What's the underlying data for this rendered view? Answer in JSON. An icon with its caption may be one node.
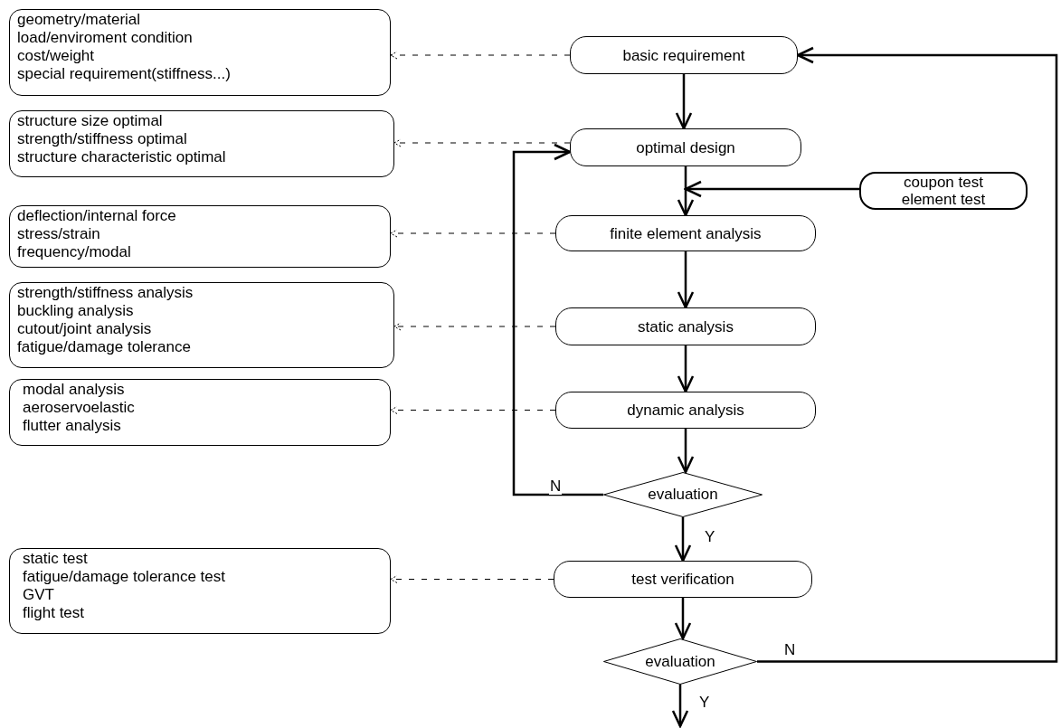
{
  "diagram": {
    "nodes": [
      {
        "text": [
          "geometry/material",
          "load/enviroment condition",
          "cost/weight",
          "special requirement(stiffness...)"
        ]
      },
      {
        "text": [
          "basic requirement"
        ]
      },
      {
        "text": [
          "structure size optimal",
          "strength/stiffness optimal",
          "structure characteristic optimal"
        ]
      },
      {
        "text": [
          "optimal design"
        ]
      },
      {
        "text": [
          "coupon test",
          "element test"
        ]
      },
      {
        "text": [
          "deflection/internal force",
          "stress/strain",
          "frequency/modal"
        ]
      },
      {
        "text": [
          "finite element analysis"
        ]
      },
      {
        "text": [
          "strength/stiffness analysis",
          "buckling analysis",
          "cutout/joint analysis",
          "fatigue/damage tolerance"
        ]
      },
      {
        "text": [
          "static analysis"
        ]
      },
      {
        "text": [
          "modal analysis",
          "aeroservoelastic",
          "flutter analysis"
        ]
      },
      {
        "text": [
          "dynamic analysis"
        ]
      },
      {
        "text": [
          "evaluation"
        ]
      },
      {
        "text": [
          "static test",
          "fatigue/damage tolerance test",
          "GVT",
          "flight test"
        ]
      },
      {
        "text": [
          "test verification"
        ]
      },
      {
        "text": [
          "evaluation"
        ]
      }
    ],
    "edges": [
      {
        "from": 1,
        "to": 3,
        "arrow": "to"
      },
      {
        "from": 3,
        "to": 6,
        "arrow": "to"
      },
      {
        "from": 4,
        "to": 6,
        "arrow": "to"
      },
      {
        "from": 6,
        "to": 8,
        "arrow": "to"
      },
      {
        "from": 8,
        "to": 10,
        "arrow": "to"
      },
      {
        "from": 10,
        "to": 11,
        "arrow": "to"
      },
      {
        "from": 11,
        "to": 3,
        "arrow": "to",
        "label": "N"
      },
      {
        "from": 11,
        "to": 13,
        "arrow": "to",
        "label": "Y"
      },
      {
        "from": 13,
        "to": 14,
        "arrow": "to"
      },
      {
        "from": 14,
        "to": 1,
        "arrow": "to",
        "label": "N"
      },
      {
        "from": 14,
        "to": null,
        "arrow": "to",
        "label": "Y"
      },
      {
        "from": 1,
        "to": 0,
        "arrow": "to",
        "style": "dashed"
      },
      {
        "from": 3,
        "to": 2,
        "arrow": "to",
        "style": "dashed"
      },
      {
        "from": 6,
        "to": 5,
        "arrow": "to",
        "style": "dashed"
      },
      {
        "from": 8,
        "to": 7,
        "arrow": "to",
        "style": "dashed"
      },
      {
        "from": 10,
        "to": 9,
        "arrow": "to",
        "style": "dashed"
      },
      {
        "from": 13,
        "to": 12,
        "arrow": "to",
        "style": "dashed"
      }
    ]
  }
}
